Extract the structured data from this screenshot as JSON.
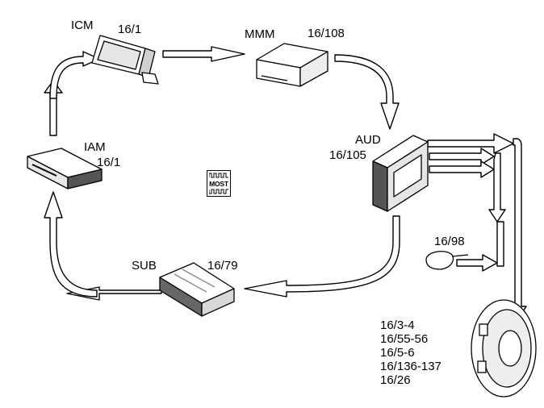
{
  "modules": {
    "icm": {
      "name": "ICM",
      "code": "16/1"
    },
    "mmm": {
      "name": "MMM",
      "code": "16/108"
    },
    "aud": {
      "name": "AUD",
      "code": "16/105"
    },
    "iam": {
      "name": "IAM",
      "code": "16/1"
    },
    "sub": {
      "name": "SUB",
      "code": "16/79"
    },
    "mic": {
      "code": "16/98"
    }
  },
  "speaker_codes": [
    "16/3-4",
    "16/55-56",
    "16/5-6",
    "16/136-137",
    "16/26"
  ],
  "most_logo": {
    "text": "MOST"
  }
}
